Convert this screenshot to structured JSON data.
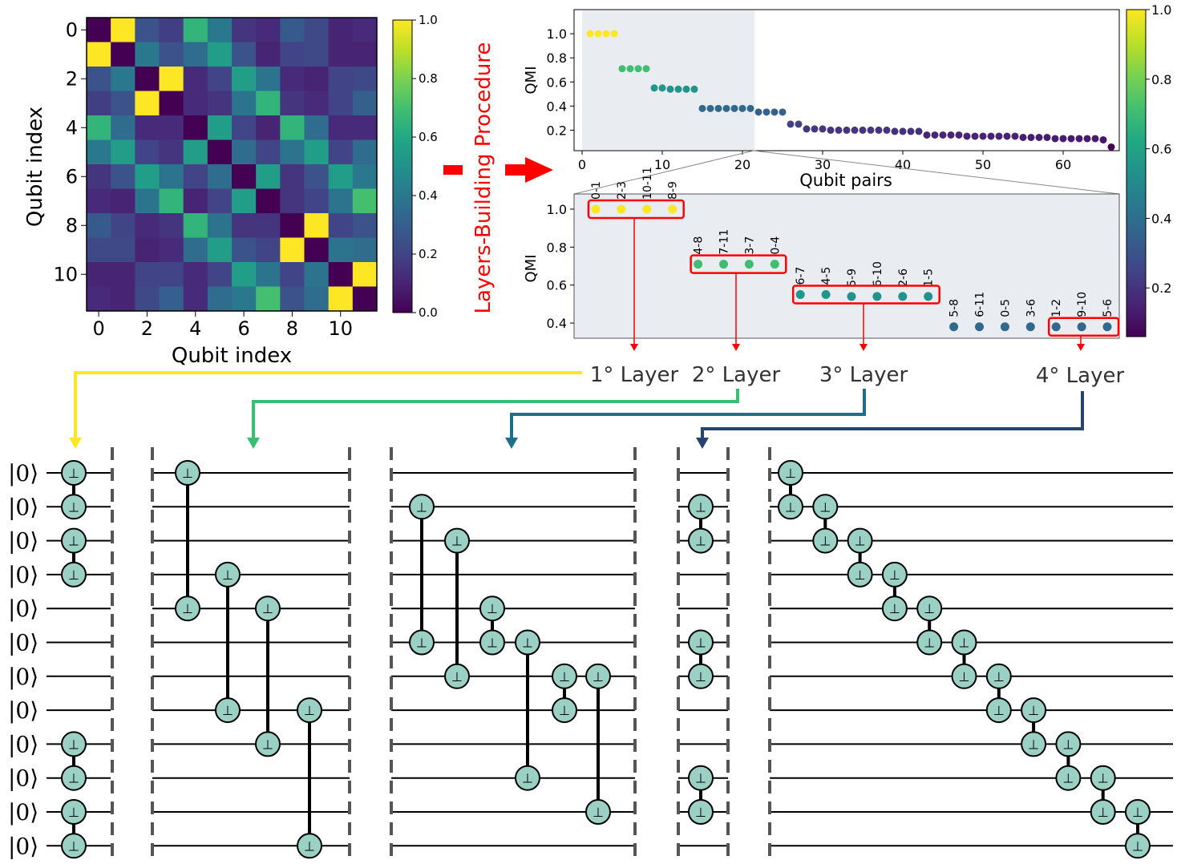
{
  "heatmap": {
    "xlabel": "Qubit index",
    "ylabel": "Qubit index",
    "tick_labels": [
      "0",
      "2",
      "4",
      "6",
      "8",
      "10"
    ],
    "colorbar_ticks": [
      "0.0",
      "0.2",
      "0.4",
      "0.6",
      "0.8",
      "1.0"
    ]
  },
  "procedure_label": "Layers-Building Procedure",
  "top_plot": {
    "xlabel": "Qubit pairs",
    "ylabel": "QMI",
    "x_ticks": [
      "0",
      "10",
      "20",
      "30",
      "40",
      "50",
      "60"
    ],
    "y_ticks": [
      "0.2",
      "0.4",
      "0.6",
      "0.8",
      "1.0"
    ],
    "colorbar_ticks": [
      "0.2",
      "0.4",
      "0.6",
      "0.8",
      "1.0"
    ]
  },
  "zoom_plot": {
    "ylabel": "QMI",
    "y_ticks": [
      "0.4",
      "0.6",
      "0.8",
      "1.0"
    ]
  },
  "layers": [
    "1° Layer",
    "2° Layer",
    "3° Layer",
    "4° Layer"
  ],
  "ket": "|0⟩",
  "gate_symbol": "⊥",
  "colors": {
    "layer1": "#fde725",
    "layer2": "#3dbc74",
    "layer3": "#1f6f8b",
    "layer4": "#24456e",
    "arrow_red": "#ff0000",
    "gate_fill": "#9bd0c4",
    "zoom_bg": "#e9ecf1"
  },
  "chart_data": [
    {
      "type": "heatmap",
      "xlabel": "Qubit index",
      "ylabel": "Qubit index",
      "colorbar_range": [
        0.0,
        1.0
      ],
      "colormap": "viridis",
      "values": [
        [
          0.0,
          1.0,
          0.25,
          0.18,
          0.65,
          0.4,
          0.15,
          0.12,
          0.28,
          0.22,
          0.1,
          0.12
        ],
        [
          1.0,
          0.0,
          0.4,
          0.25,
          0.35,
          0.55,
          0.25,
          0.1,
          0.2,
          0.22,
          0.1,
          0.1
        ],
        [
          0.25,
          0.4,
          0.0,
          1.0,
          0.12,
          0.2,
          0.55,
          0.38,
          0.12,
          0.1,
          0.2,
          0.22
        ],
        [
          0.18,
          0.25,
          1.0,
          0.0,
          0.12,
          0.15,
          0.38,
          0.65,
          0.15,
          0.12,
          0.2,
          0.3
        ],
        [
          0.65,
          0.35,
          0.12,
          0.12,
          0.0,
          0.55,
          0.2,
          0.1,
          0.65,
          0.35,
          0.12,
          0.12
        ],
        [
          0.4,
          0.55,
          0.2,
          0.15,
          0.55,
          0.0,
          0.35,
          0.2,
          0.38,
          0.55,
          0.2,
          0.35
        ],
        [
          0.15,
          0.25,
          0.55,
          0.38,
          0.2,
          0.35,
          0.0,
          0.55,
          0.15,
          0.25,
          0.55,
          0.4
        ],
        [
          0.12,
          0.1,
          0.38,
          0.65,
          0.1,
          0.2,
          0.55,
          0.0,
          0.15,
          0.2,
          0.38,
          0.7
        ],
        [
          0.28,
          0.2,
          0.12,
          0.15,
          0.65,
          0.38,
          0.15,
          0.15,
          0.0,
          1.0,
          0.2,
          0.25
        ],
        [
          0.22,
          0.22,
          0.1,
          0.12,
          0.35,
          0.55,
          0.25,
          0.2,
          1.0,
          0.0,
          0.38,
          0.35
        ],
        [
          0.1,
          0.1,
          0.2,
          0.2,
          0.12,
          0.2,
          0.55,
          0.38,
          0.2,
          0.38,
          0.0,
          1.0
        ],
        [
          0.12,
          0.1,
          0.22,
          0.3,
          0.12,
          0.35,
          0.4,
          0.7,
          0.25,
          0.35,
          1.0,
          0.0
        ]
      ]
    },
    {
      "type": "scatter",
      "xlabel": "Qubit pairs",
      "ylabel": "QMI",
      "xlim": [
        -1,
        67
      ],
      "ylim": [
        0.03,
        1.2
      ],
      "highlight_range": [
        0,
        21.5
      ],
      "x": [
        1,
        2,
        3,
        4,
        5,
        6,
        7,
        8,
        9,
        10,
        11,
        12,
        13,
        14,
        15,
        16,
        17,
        18,
        19,
        20,
        21,
        22,
        23,
        24,
        25,
        26,
        27,
        28,
        29,
        30,
        31,
        32,
        33,
        34,
        35,
        36,
        37,
        38,
        39,
        40,
        41,
        42,
        43,
        44,
        45,
        46,
        47,
        48,
        49,
        50,
        51,
        52,
        53,
        54,
        55,
        56,
        57,
        58,
        59,
        60,
        61,
        62,
        63,
        64,
        65,
        66
      ],
      "y": [
        1.0,
        1.0,
        1.0,
        1.0,
        0.71,
        0.71,
        0.71,
        0.71,
        0.55,
        0.55,
        0.54,
        0.54,
        0.54,
        0.54,
        0.38,
        0.38,
        0.38,
        0.38,
        0.38,
        0.38,
        0.38,
        0.35,
        0.35,
        0.35,
        0.35,
        0.25,
        0.25,
        0.21,
        0.21,
        0.21,
        0.2,
        0.2,
        0.2,
        0.2,
        0.2,
        0.2,
        0.2,
        0.2,
        0.19,
        0.19,
        0.19,
        0.19,
        0.16,
        0.16,
        0.16,
        0.16,
        0.16,
        0.15,
        0.15,
        0.15,
        0.15,
        0.15,
        0.15,
        0.15,
        0.14,
        0.14,
        0.14,
        0.14,
        0.13,
        0.13,
        0.13,
        0.13,
        0.13,
        0.13,
        0.12,
        0.06
      ]
    },
    {
      "type": "scatter",
      "ylabel": "QMI",
      "ylim": [
        0.32,
        1.08
      ],
      "pairs": [
        "0-1",
        "2-3",
        "10-11",
        "8-9",
        "4-8",
        "7-11",
        "3-7",
        "0-4",
        "6-7",
        "4-5",
        "5-9",
        "6-10",
        "2-6",
        "1-5",
        "5-8",
        "6-11",
        "0-5",
        "3-6",
        "1-2",
        "9-10",
        "5-6"
      ],
      "values": [
        1.0,
        1.0,
        1.0,
        1.0,
        0.71,
        0.71,
        0.71,
        0.71,
        0.55,
        0.55,
        0.54,
        0.54,
        0.54,
        0.54,
        0.38,
        0.38,
        0.38,
        0.38,
        0.38,
        0.38,
        0.38
      ],
      "layer_groups": [
        [
          0,
          3
        ],
        [
          4,
          7
        ],
        [
          8,
          13
        ],
        [
          18,
          20
        ]
      ]
    }
  ]
}
